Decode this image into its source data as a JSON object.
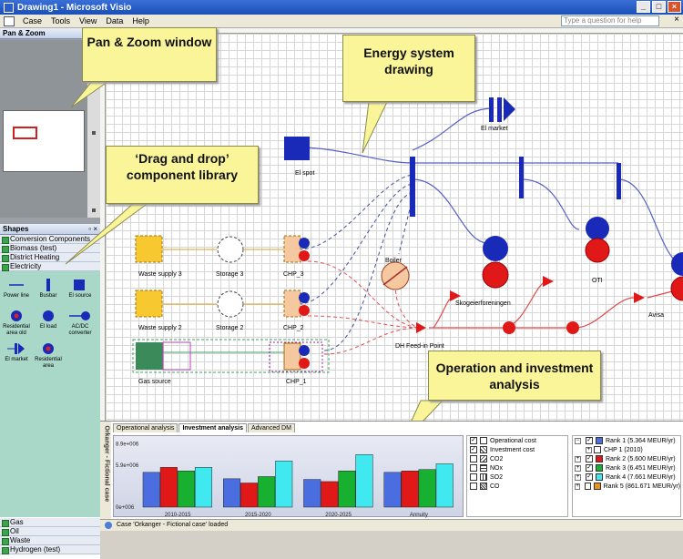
{
  "window": {
    "title": "Drawing1 - Microsoft Visio"
  },
  "menu": {
    "items": [
      "Case",
      "Tools",
      "View",
      "Data",
      "Help"
    ],
    "help_placeholder": "Type a question for help"
  },
  "pan_zoom": {
    "title": "Pan & Zoom"
  },
  "shapes": {
    "title": "Shapes",
    "stencils_top": [
      "Conversion Components",
      "Biomass (test)",
      "District Heating",
      "Electricity"
    ],
    "items": [
      {
        "label": "Power line",
        "icon": "power-line-icon"
      },
      {
        "label": "Busbar",
        "icon": "busbar-icon"
      },
      {
        "label": "El source",
        "icon": "el-source-icon"
      },
      {
        "label": "Residential area old",
        "icon": "residential-area-old-icon"
      },
      {
        "label": "El load",
        "icon": "el-load-icon"
      },
      {
        "label": "AC/DC converter",
        "icon": "acdc-converter-icon"
      },
      {
        "label": "El market",
        "icon": "el-market-icon"
      },
      {
        "label": "Residential area",
        "icon": "residential-area-icon"
      }
    ],
    "stencils_bottom": [
      "Gas",
      "Oil",
      "Waste",
      "Hydrogen (test)"
    ]
  },
  "diagram": {
    "labels": {
      "el_spot": "El spot",
      "el_market": "El market",
      "waste_supply_3": "Waste supply 3",
      "storage_3": "Storage 3",
      "chp_3": "CHP_3",
      "boiler": "Boiler",
      "waste_supply_2": "Waste supply 2",
      "storage_2": "Storage 2",
      "chp_2": "CHP_2",
      "skogeier": "Skogeierforeningen",
      "oti": "OTI",
      "avisa": "Avisa",
      "dh_feed": "DH Feed-in Point",
      "gas_source": "Gas source",
      "chp_1": "CHP_1"
    }
  },
  "callouts": {
    "pan_zoom": "Pan & Zoom window",
    "energy": "Energy system drawing",
    "library": "‘Drag and drop’ component library",
    "analysis": "Operation and investment analysis"
  },
  "analysis": {
    "side_label": "Orkanger - Fictional case",
    "tabs": [
      "Operational analysis",
      "Investment analysis",
      "Advanced DM"
    ],
    "legend": [
      {
        "label": "Operational cost",
        "checked": true
      },
      {
        "label": "Investment cost",
        "checked": true
      },
      {
        "label": "CO2",
        "checked": false
      },
      {
        "label": "NOx",
        "checked": false
      },
      {
        "label": "SO2",
        "checked": false
      },
      {
        "label": "CO",
        "checked": false
      }
    ],
    "ranks": [
      {
        "label": "Rank 1 (5.364 MEUR/yr)",
        "color": "#4a6ee0"
      },
      {
        "label": "CHP 1 (2010)",
        "color": "#d0d0d0"
      },
      {
        "label": "Rank 2 (5.600 MEUR/yr)",
        "color": "#e01818"
      },
      {
        "label": "Rank 3 (6.451 MEUR/yr)",
        "color": "#18b030"
      },
      {
        "label": "Rank 4 (7.661 MEUR/yr)",
        "color": "#40e8f0"
      },
      {
        "label": "Rank 5 (861.671 MEUR/yr)",
        "color": "#f09020"
      }
    ]
  },
  "chart_data": {
    "type": "bar",
    "categories": [
      "2010-2015",
      "2015-2020",
      "2020-2025",
      "Annuity"
    ],
    "y_tick_labels": [
      "0e+006",
      "5.9e+006",
      "8.9e+006"
    ],
    "ylim": [
      0,
      9.5
    ],
    "series": [
      {
        "name": "Rank 1 (5.364 MEUR/yr)",
        "color": "#4a6ee0",
        "values": [
          4.9,
          4.0,
          3.9,
          4.9
        ]
      },
      {
        "name": "Rank 2 (5.600 MEUR/yr)",
        "color": "#e01818",
        "values": [
          5.6,
          3.4,
          3.6,
          5.1
        ]
      },
      {
        "name": "Rank 3 (6.451 MEUR/yr)",
        "color": "#18b030",
        "values": [
          5.1,
          4.3,
          5.1,
          5.3
        ]
      },
      {
        "name": "Rank 4 (7.661 MEUR/yr)",
        "color": "#40e8f0",
        "values": [
          5.6,
          6.5,
          7.4,
          6.1
        ]
      }
    ]
  },
  "status": {
    "text": "Case 'Orkanger - Fictional case' loaded"
  }
}
